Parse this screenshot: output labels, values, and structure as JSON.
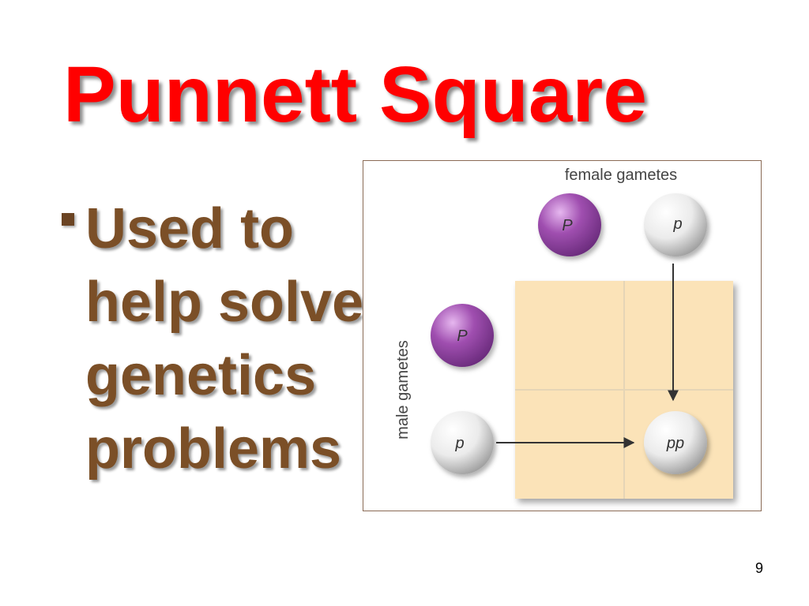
{
  "slide": {
    "title": "Punnett Square",
    "bullet": "Used to help solve genetics problems",
    "page_number": "9"
  },
  "diagram": {
    "female_label": "female gametes",
    "male_label": "male gametes",
    "female_gametes": [
      "P",
      "p"
    ],
    "male_gametes": [
      "P",
      "p"
    ],
    "result": "pp",
    "colors": {
      "grid_fill": "#fbe3b8",
      "grid_line": "#e2d2b4",
      "dominant_ball": "#a04fb0",
      "recessive_ball": "#e8e8e8",
      "arrow": "#333333"
    }
  }
}
